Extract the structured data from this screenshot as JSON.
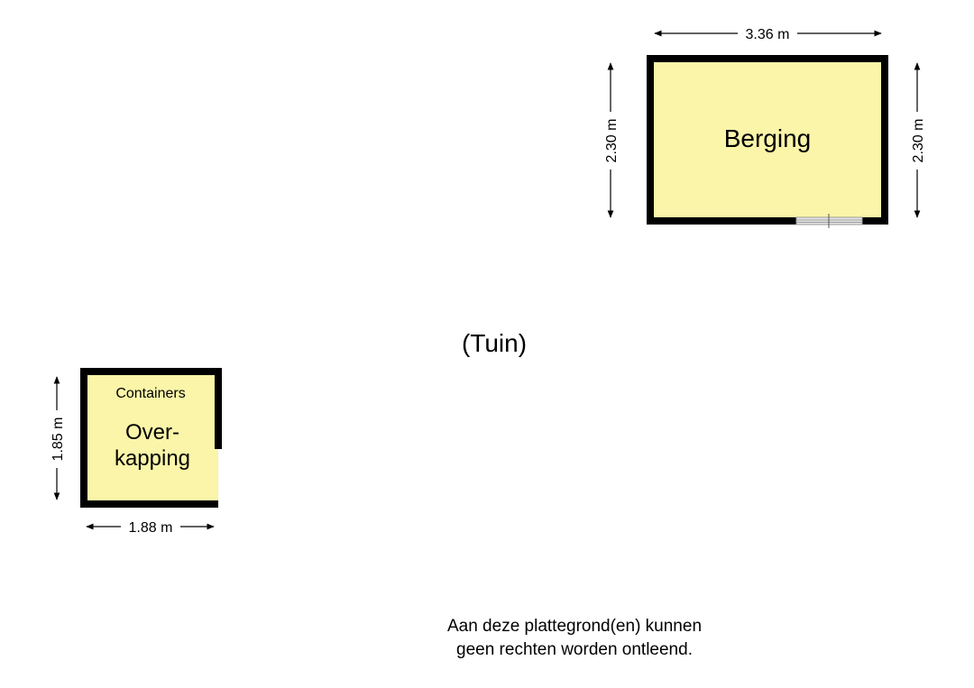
{
  "rooms": {
    "berging": {
      "name": "Berging"
    },
    "overkapping": {
      "name_line1": "Over-",
      "name_line2": "kapping",
      "sublabel": "Containers"
    }
  },
  "dimensions": {
    "berging_width": "3.36 m",
    "berging_height_left": "2.30 m",
    "berging_height_right": "2.30 m",
    "overkapping_width": "1.88 m",
    "overkapping_height": "1.85 m"
  },
  "area_label": "(Tuin)",
  "disclaimer": {
    "line1": "Aan deze plattegrond(en) kunnen",
    "line2": "geen rechten worden ontleend."
  },
  "colors": {
    "room_fill": "#faf5a8",
    "wall": "#000000",
    "window": "#bdbdbd"
  }
}
